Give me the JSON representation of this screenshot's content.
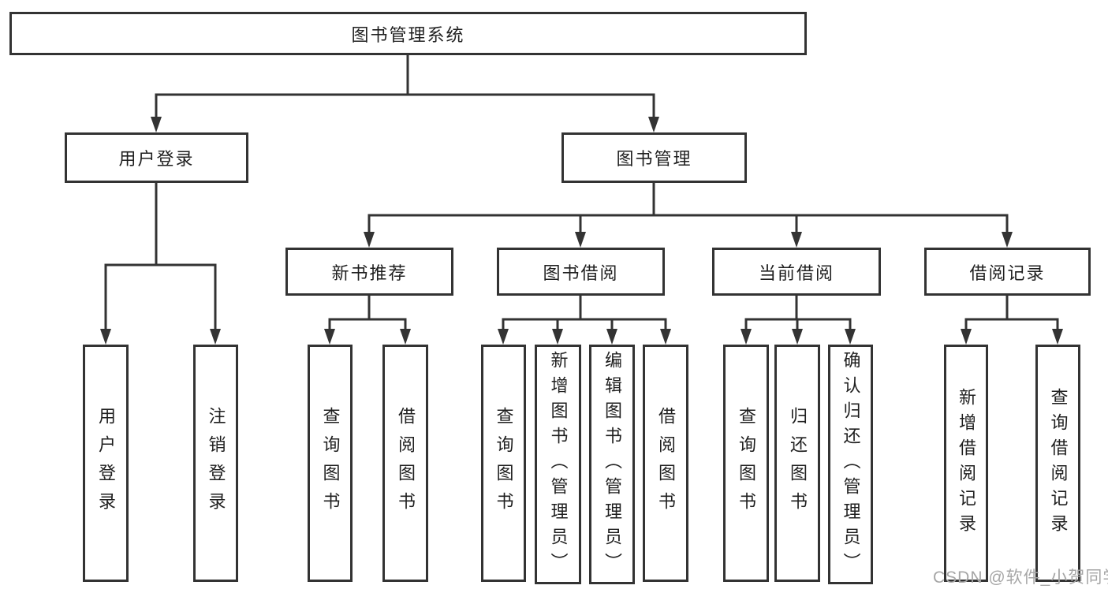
{
  "diagram": {
    "root": {
      "label": "图书管理系统"
    },
    "branches": [
      {
        "label": "用户登录",
        "children": [
          {
            "label": "用户登录"
          },
          {
            "label": "注销登录"
          }
        ]
      },
      {
        "label": "图书管理",
        "children": [
          {
            "label": "新书推荐",
            "children": [
              {
                "label": "查询图书"
              },
              {
                "label": "借阅图书"
              }
            ]
          },
          {
            "label": "图书借阅",
            "children": [
              {
                "label": "查询图书"
              },
              {
                "label": "新增图书（管理员）"
              },
              {
                "label": "编辑图书（管理员）"
              },
              {
                "label": "借阅图书"
              }
            ]
          },
          {
            "label": "当前借阅",
            "children": [
              {
                "label": "查询图书"
              },
              {
                "label": "归还图书"
              },
              {
                "label": "确认归还（管理员）"
              }
            ]
          },
          {
            "label": "借阅记录",
            "children": [
              {
                "label": "新增借阅记录"
              },
              {
                "label": "查询借阅记录"
              }
            ]
          }
        ]
      }
    ]
  },
  "watermark": {
    "text": "CSDN @软件_小贺同学"
  },
  "colors": {
    "line": "#333333",
    "box_border": "#333333",
    "box_fill": "#ffffff",
    "text": "#1f1f1f",
    "watermark": "#a6a6a6"
  }
}
